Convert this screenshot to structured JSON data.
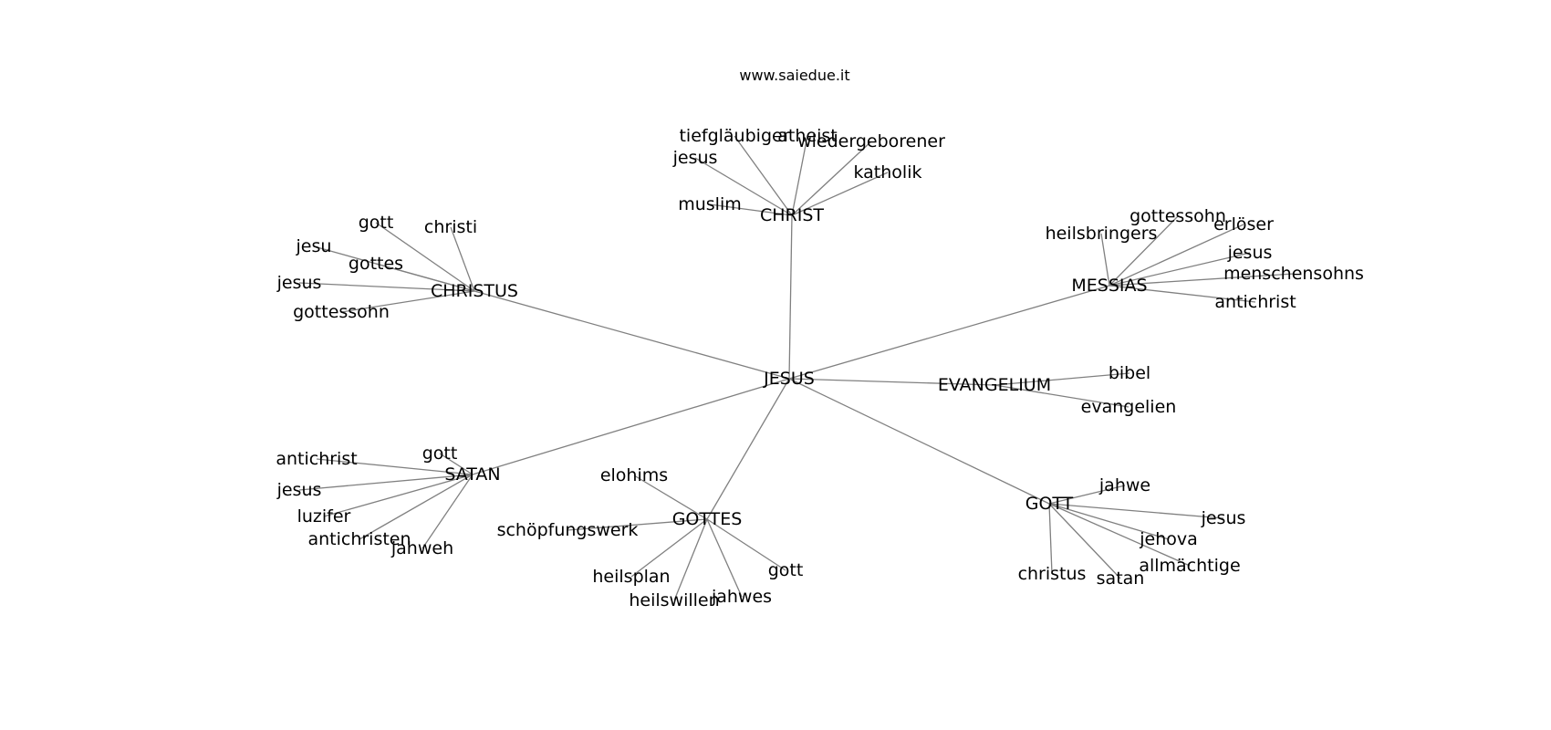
{
  "header": {
    "site": "www.saiedue.it"
  },
  "graph": {
    "root": "JESUS",
    "clusters": [
      {
        "name": "CHRIST",
        "leaves": [
          "tiefgläubiger",
          "atheist",
          "wiedergeborener",
          "jesus",
          "katholik",
          "muslim"
        ]
      },
      {
        "name": "CHRISTUS",
        "leaves": [
          "gott",
          "christi",
          "jesu",
          "gottes",
          "jesus",
          "gottessohn"
        ]
      },
      {
        "name": "MESSIAS",
        "leaves": [
          "gottessohn",
          "erlöser",
          "heilsbringers",
          "jesus",
          "menschensohns",
          "antichrist"
        ]
      },
      {
        "name": "EVANGELIUM",
        "leaves": [
          "bibel",
          "evangelien"
        ]
      },
      {
        "name": "SATAN",
        "leaves": [
          "antichrist",
          "gott",
          "jesus",
          "luzifer",
          "antichristen",
          "jahweh"
        ]
      },
      {
        "name": "GOTTES",
        "leaves": [
          "elohims",
          "schöpfungswerk",
          "heilsplan",
          "heilswillen",
          "jahwes",
          "gott"
        ]
      },
      {
        "name": "GOTT",
        "leaves": [
          "jahwe",
          "jesus",
          "jehova",
          "allmächtige",
          "christus",
          "satan"
        ]
      }
    ]
  }
}
